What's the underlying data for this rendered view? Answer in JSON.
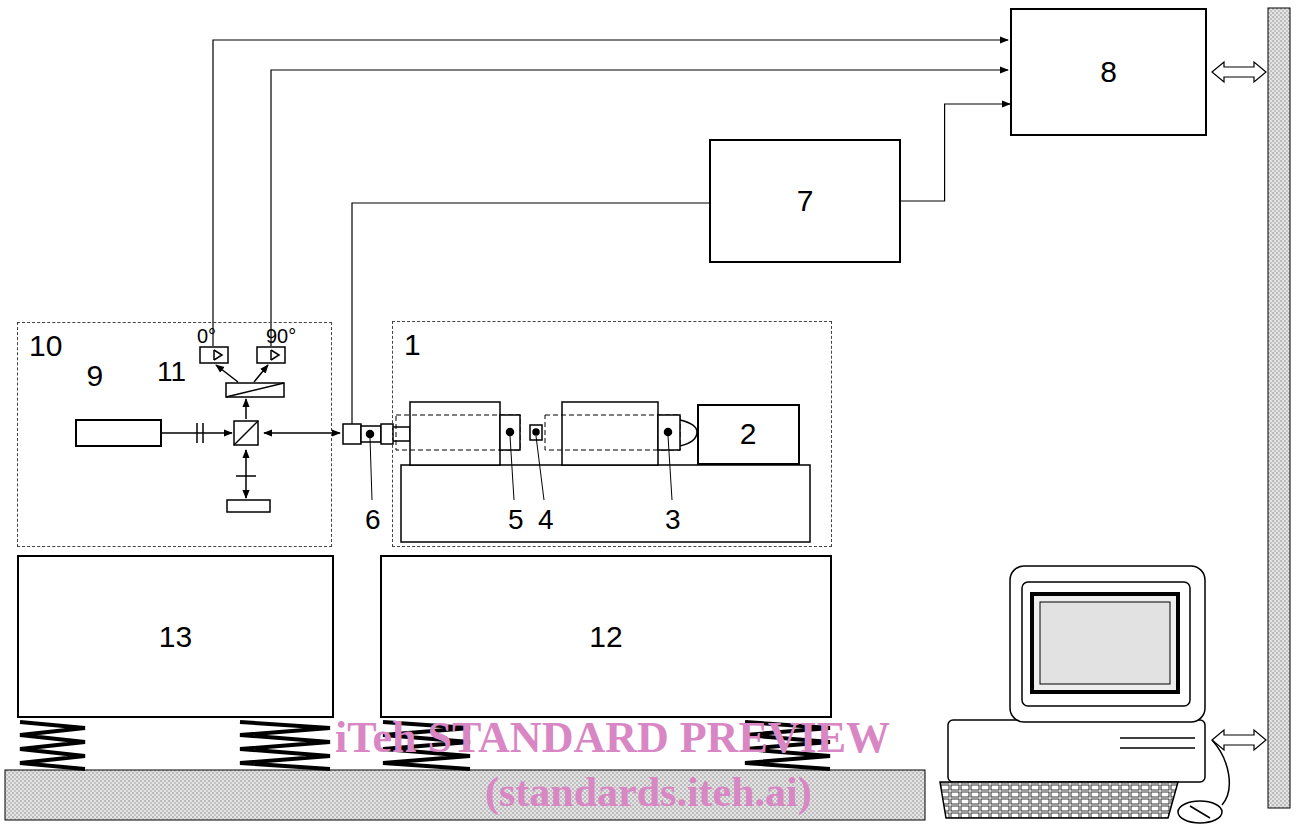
{
  "diagram": {
    "nodes": [
      {
        "text": [
          "8"
        ]
      },
      {
        "text": [
          "7"
        ]
      },
      {
        "text": [
          "10"
        ]
      },
      {
        "text": [
          "9"
        ],
        "in": 2
      },
      {
        "text": [
          "1"
        ]
      },
      {
        "text": [
          "2"
        ],
        "in": 4
      },
      {
        "text": [
          "13"
        ]
      },
      {
        "text": [
          "12"
        ]
      }
    ],
    "edges": [
      {
        "from": 1,
        "to": 0,
        "arrow": "to"
      }
    ],
    "labels": [
      "11",
      "0°",
      "90°",
      "6",
      "5",
      "4",
      "3",
      "iTeh STANDARD PREVIEW",
      "(standards.iteh.ai)"
    ]
  }
}
